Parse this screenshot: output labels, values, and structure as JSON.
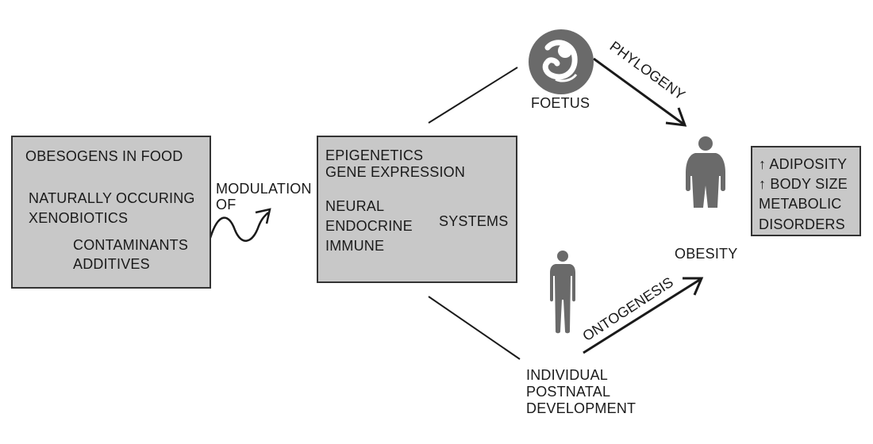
{
  "food_box": {
    "title": "OBESOGENS IN FOOD",
    "item_natural": "NATURALLY OCCURING",
    "item_xeno": "XENOBIOTICS",
    "sub_contaminants": "CONTAMINANTS",
    "sub_additives": "ADDITIVES"
  },
  "modulation": {
    "line1": "MODULATION",
    "line2": "OF"
  },
  "epi_box": {
    "line1": "EPIGENETICS",
    "line2": "GENE EXPRESSION",
    "neural": "NEURAL",
    "endocrine": "ENDOCRINE",
    "immune": "IMMUNE",
    "systems": "SYSTEMS"
  },
  "foetus_label": "FOETUS",
  "phylogeny_label": "PHYLOGENY",
  "ontogenesis_label": "ONTOGENESIS",
  "development": {
    "line1": "INDIVIDUAL",
    "line2": "POSTNATAL",
    "line3": "DEVELOPMENT"
  },
  "obesity_label": "OBESITY",
  "outcome_box": {
    "line1": "↑ ADIPOSITY",
    "line2": "↑ BODY SIZE",
    "line3": "METABOLIC",
    "line4": "DISORDERS"
  },
  "colors": {
    "box_fill": "#c8c8c8",
    "icon_gray": "#6a6a6a",
    "line": "#1a1a1a"
  }
}
